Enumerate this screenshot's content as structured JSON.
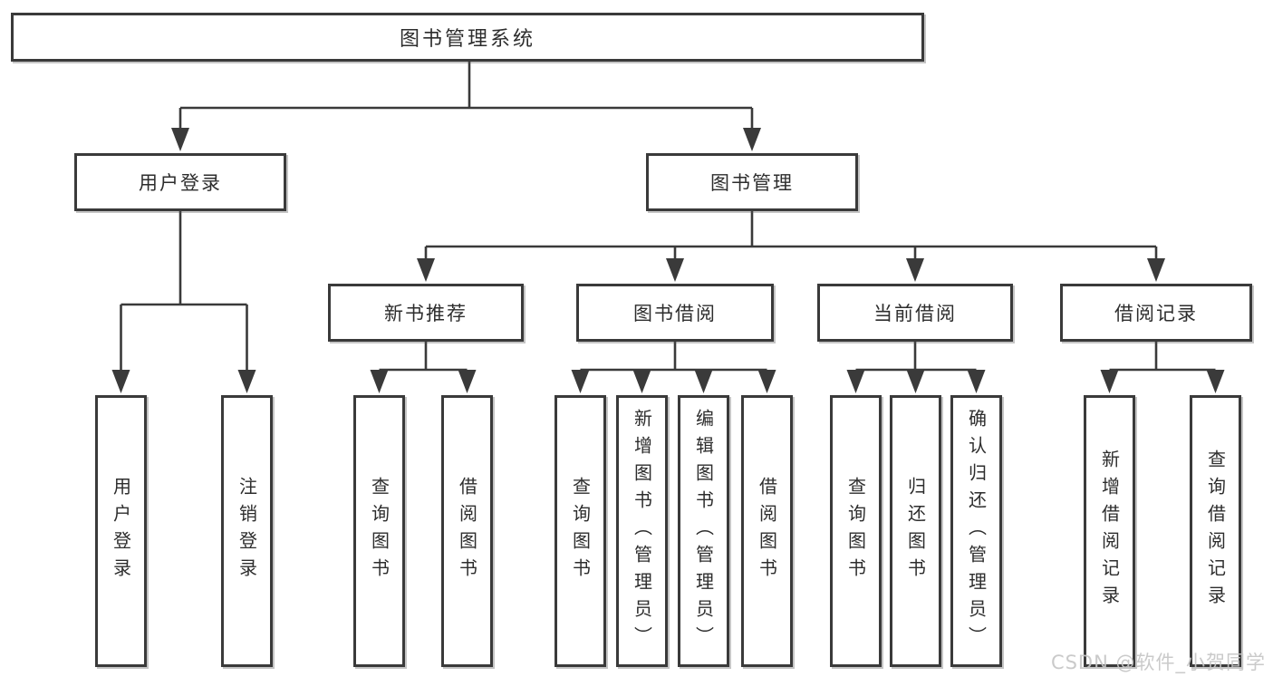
{
  "diagram_type": "hierarchy-tree",
  "watermark": {
    "text": "CSDN @软件_小贺同学"
  },
  "colors": {
    "background": "#ffffff",
    "line": "#3a3a3a",
    "box_border": "#3a3a3a",
    "text": "#2d2d2d",
    "watermark": "#c6c6c6"
  },
  "structure": [
    {
      "label": "图书管理系统",
      "children": [
        {
          "label": "用户登录",
          "children": [
            {
              "label": "用户登录"
            },
            {
              "label": "注销登录"
            }
          ]
        },
        {
          "label": "图书管理",
          "children": [
            {
              "label": "新书推荐",
              "children": [
                {
                  "label": "查询图书"
                },
                {
                  "label": "借阅图书"
                }
              ]
            },
            {
              "label": "图书借阅",
              "children": [
                {
                  "label": "查询图书"
                },
                {
                  "label": "新增图书（管理员）"
                },
                {
                  "label": "编辑图书（管理员）"
                },
                {
                  "label": "借阅图书"
                }
              ]
            },
            {
              "label": "当前借阅",
              "children": [
                {
                  "label": "查询图书"
                },
                {
                  "label": "归还图书"
                },
                {
                  "label": "确认归还（管理员）"
                }
              ]
            },
            {
              "label": "借阅记录",
              "children": [
                {
                  "label": "新增借阅记录"
                },
                {
                  "label": "查询借阅记录"
                }
              ]
            }
          ]
        }
      ]
    }
  ]
}
